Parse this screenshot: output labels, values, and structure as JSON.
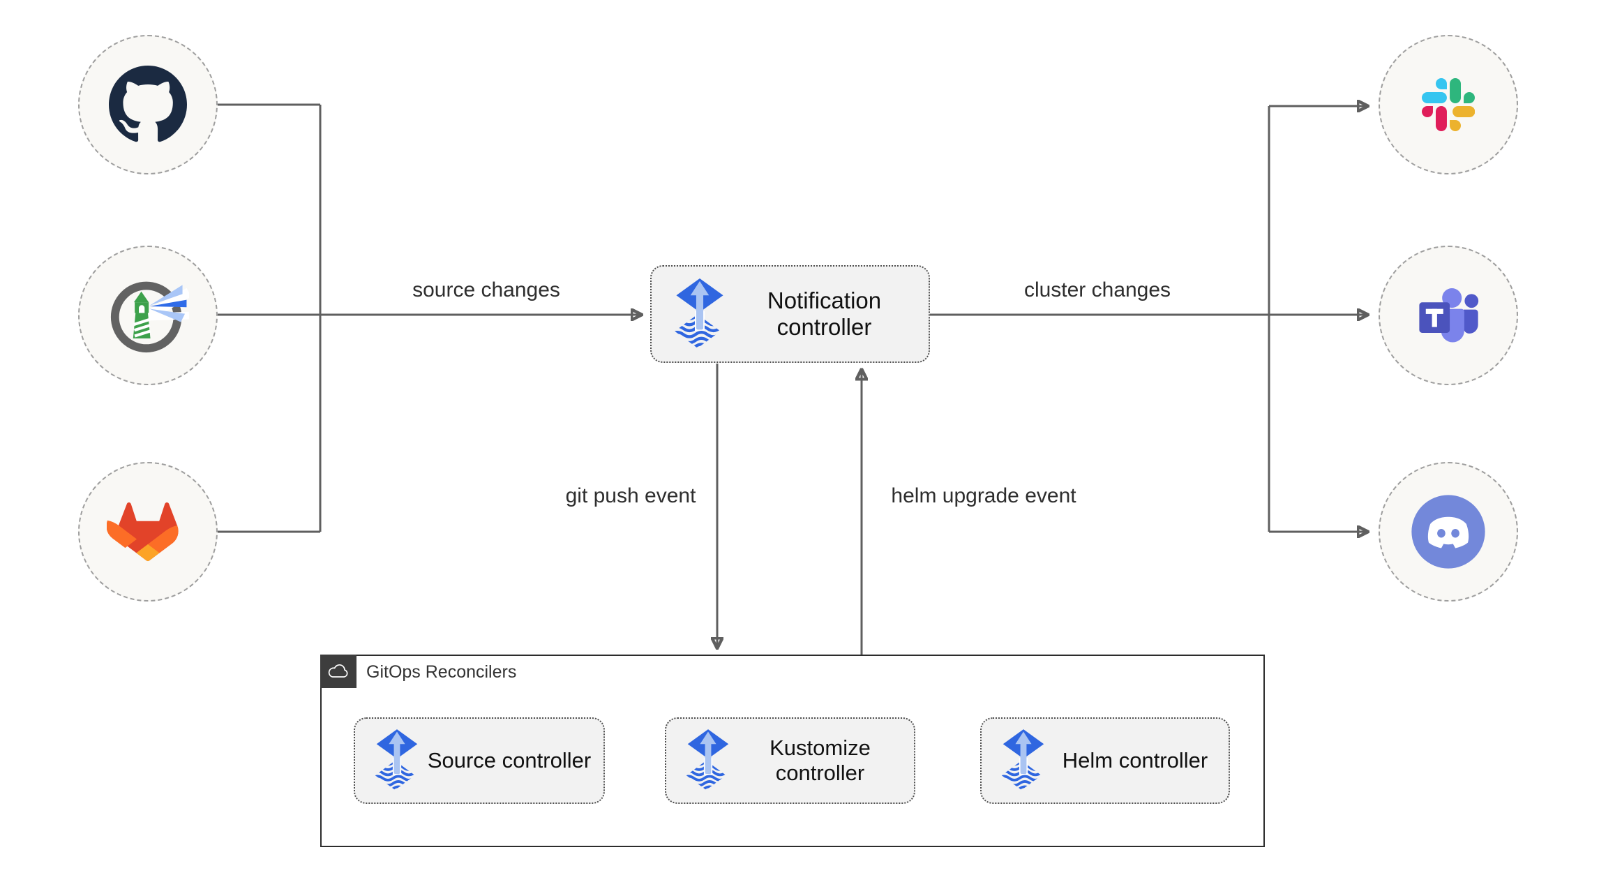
{
  "diagram": {
    "edge_labels": {
      "source_changes": "source changes",
      "cluster_changes": "cluster changes",
      "git_push_event": "git push event",
      "helm_upgrade_event": "helm upgrade event"
    },
    "nodes": {
      "notification_controller": {
        "label": "Notification controller",
        "icon": "flux-icon"
      },
      "source_controller": {
        "label": "Source controller",
        "icon": "flux-icon"
      },
      "kustomize_controller": {
        "label": "Kustomize controller",
        "icon": "flux-icon"
      },
      "helm_controller": {
        "label": "Helm controller",
        "icon": "flux-icon"
      },
      "github": {
        "icon": "github-icon"
      },
      "harbor": {
        "icon": "harbor-icon"
      },
      "gitlab": {
        "icon": "gitlab-icon"
      },
      "slack": {
        "icon": "slack-icon"
      },
      "microsoft_teams": {
        "icon": "microsoft-teams-icon"
      },
      "discord": {
        "icon": "discord-icon"
      }
    },
    "container": {
      "title": "GitOps Reconcilers",
      "icon": "cloud-icon"
    },
    "colors": {
      "flux_blue": "#2f66e0",
      "flux_light_blue": "#aac4f2",
      "edge_gray": "#5f5f5f",
      "node_fill": "#f2f2f2",
      "circle_fill": "#f9f8f5",
      "container_border": "#2c2c2c",
      "github_dark": "#1b2a41",
      "gitlab_red": "#e24329",
      "gitlab_orange": "#fc6d26",
      "gitlab_yellow": "#fca326",
      "slack_blue": "#36C5F0",
      "slack_green": "#2EB67D",
      "slack_yellow": "#ECB22E",
      "slack_red": "#E01E5A",
      "teams_purple": "#5059c9",
      "teams_light_purple": "#7b83eb",
      "discord_blurple": "#7388da",
      "harbor_gray": "#626262",
      "harbor_green": "#3da14b"
    }
  }
}
